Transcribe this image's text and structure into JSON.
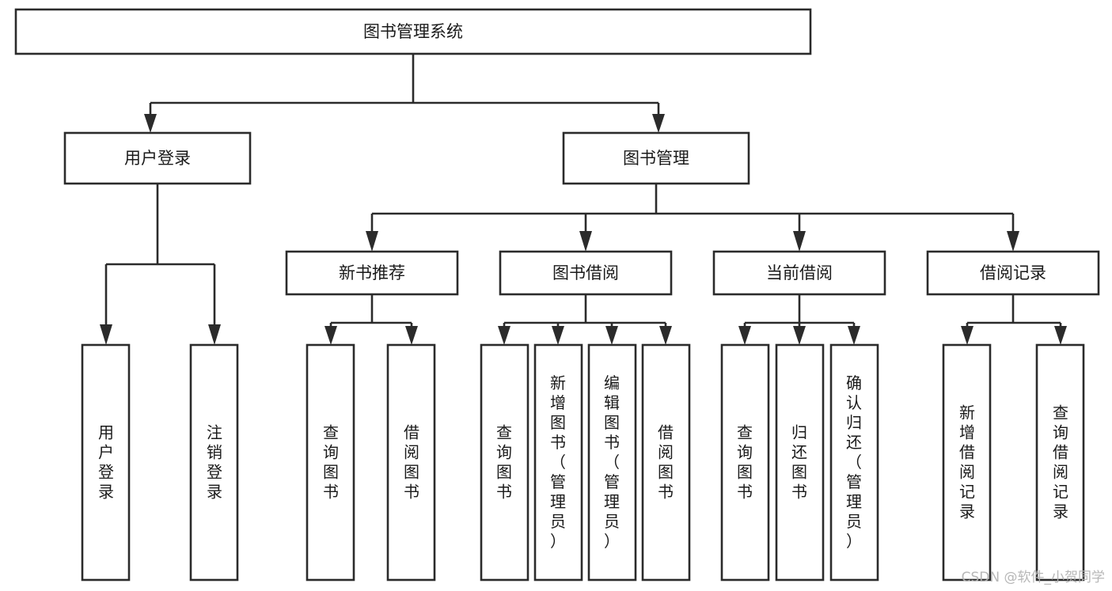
{
  "diagram": {
    "title": "图书管理系统",
    "type": "tree-hierarchy",
    "watermark": "CSDN @软件_小贺同学",
    "colors": {
      "stroke": "#2b2b2b",
      "fill": "#ffffff",
      "text": "#1a1a1a",
      "watermark": "#b4b4b4",
      "background": "#ffffff"
    },
    "levels": [
      {
        "level": 1,
        "nodes": [
          {
            "id": "root",
            "label": "图书管理系统"
          }
        ]
      },
      {
        "level": 2,
        "nodes": [
          {
            "id": "login",
            "label": "用户登录",
            "parent": "root"
          },
          {
            "id": "bookmgmt",
            "label": "图书管理",
            "parent": "root"
          }
        ]
      },
      {
        "level": 3,
        "nodes": [
          {
            "id": "newbook",
            "label": "新书推荐",
            "parent": "bookmgmt"
          },
          {
            "id": "borrow",
            "label": "图书借阅",
            "parent": "bookmgmt"
          },
          {
            "id": "current",
            "label": "当前借阅",
            "parent": "bookmgmt"
          },
          {
            "id": "record",
            "label": "借阅记录",
            "parent": "bookmgmt"
          }
        ]
      },
      {
        "level": 4,
        "nodes": [
          {
            "id": "leaf-1",
            "label": "用户登录",
            "parent": "login"
          },
          {
            "id": "leaf-2",
            "label": "注销登录",
            "parent": "login"
          },
          {
            "id": "leaf-3",
            "label": "查询图书",
            "parent": "newbook"
          },
          {
            "id": "leaf-4",
            "label": "借阅图书",
            "parent": "newbook"
          },
          {
            "id": "leaf-5",
            "label": "查询图书",
            "parent": "borrow"
          },
          {
            "id": "leaf-6",
            "label": "新增图书（管理员）",
            "parent": "borrow"
          },
          {
            "id": "leaf-7",
            "label": "编辑图书（管理员）",
            "parent": "borrow"
          },
          {
            "id": "leaf-8",
            "label": "借阅图书",
            "parent": "borrow"
          },
          {
            "id": "leaf-9",
            "label": "查询图书",
            "parent": "current"
          },
          {
            "id": "leaf-10",
            "label": "归还图书",
            "parent": "current"
          },
          {
            "id": "leaf-11",
            "label": "确认归还（管理员）",
            "parent": "current"
          },
          {
            "id": "leaf-12",
            "label": "新增借阅记录",
            "parent": "record"
          },
          {
            "id": "leaf-13",
            "label": "查询借阅记录",
            "parent": "record"
          }
        ]
      }
    ]
  }
}
